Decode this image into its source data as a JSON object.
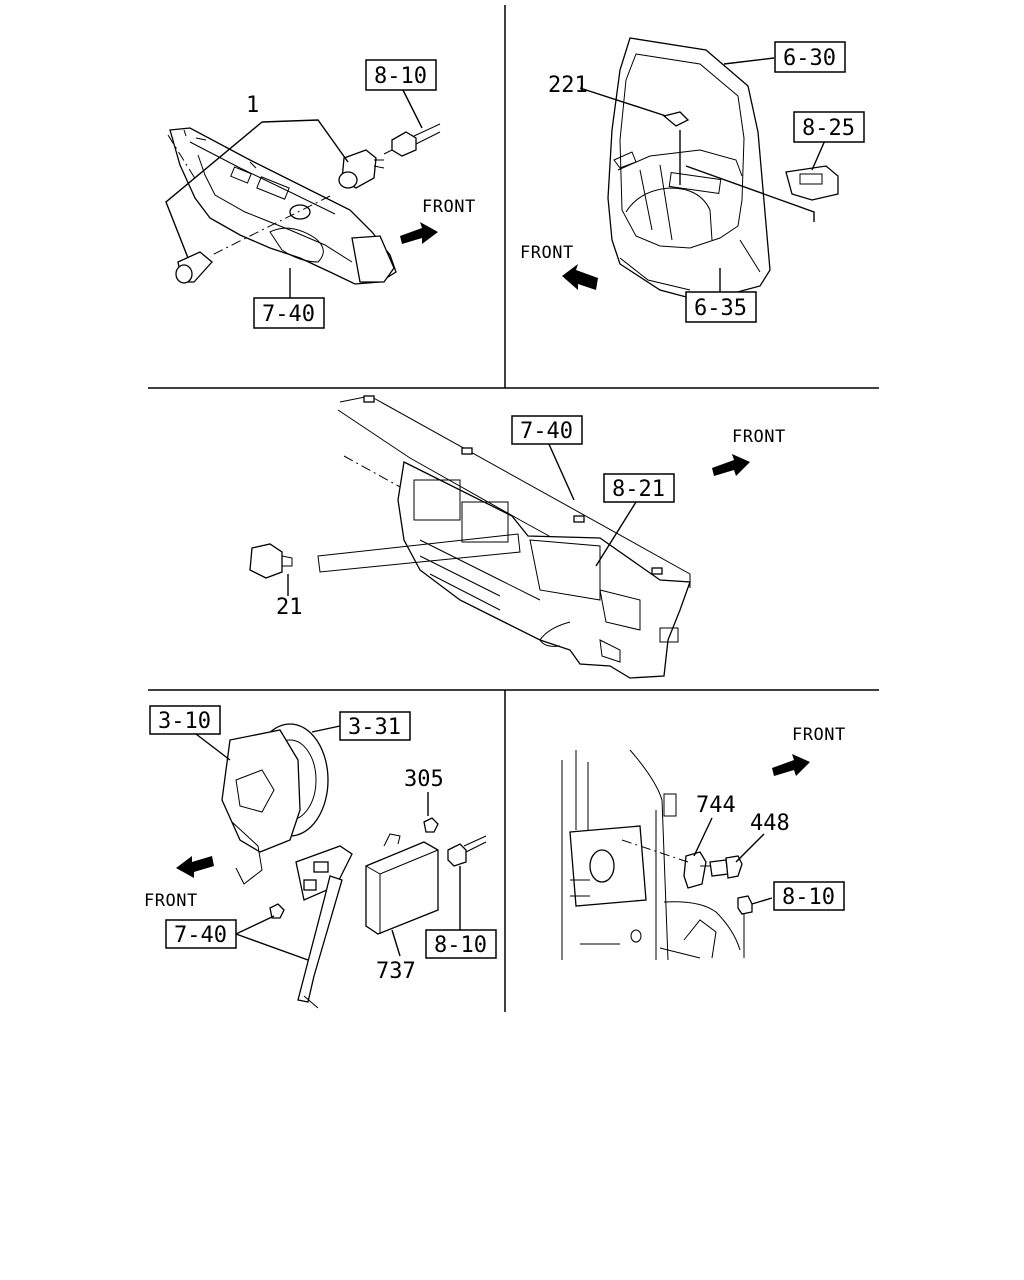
{
  "front_label": "FRONT",
  "panel1": {
    "ref_8_10": "8-10",
    "ref_7_40": "7-40",
    "callout_1": "1"
  },
  "panel2": {
    "ref_6_30": "6-30",
    "ref_8_25": "8-25",
    "ref_6_35": "6-35",
    "callout_221": "221"
  },
  "panel3": {
    "ref_7_40": "7-40",
    "ref_8_21": "8-21",
    "callout_21": "21"
  },
  "panel4": {
    "ref_3_10": "3-10",
    "ref_3_31": "3-31",
    "ref_7_40": "7-40",
    "ref_8_10": "8-10",
    "callout_305": "305",
    "callout_737": "737"
  },
  "panel5": {
    "ref_8_10": "8-10",
    "callout_744": "744",
    "callout_448": "448"
  }
}
